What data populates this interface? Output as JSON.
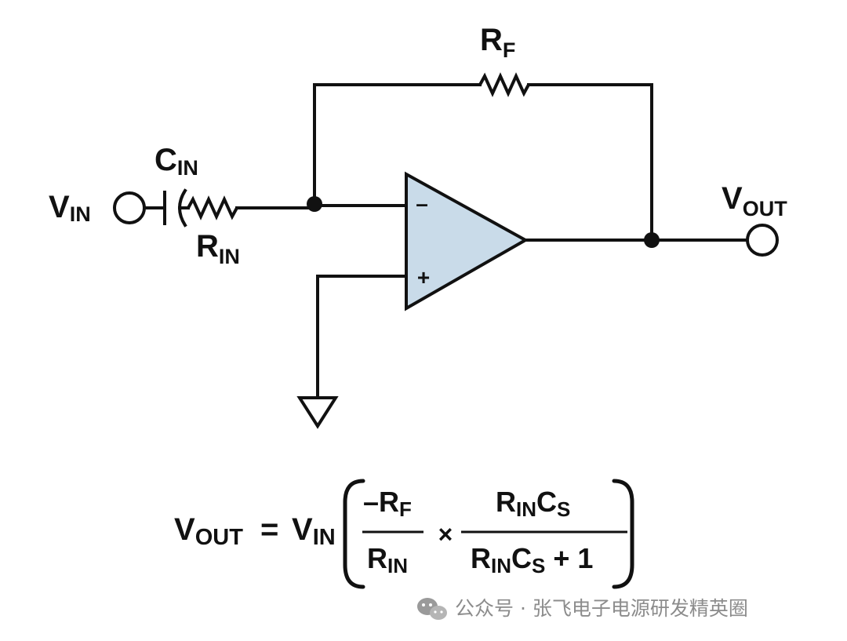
{
  "colors": {
    "ink": "#111111",
    "opamp_fill": "#c9dbe9",
    "watermark": "#8c8c8c"
  },
  "labels": {
    "vin": {
      "main": "V",
      "sub": "IN"
    },
    "vout": {
      "main": "V",
      "sub": "OUT"
    },
    "cin": {
      "main": "C",
      "sub": "IN"
    },
    "rin": {
      "main": "R",
      "sub": "IN"
    },
    "rf": {
      "main": "R",
      "sub": "F"
    },
    "opamp_minus": "–",
    "opamp_plus": "+"
  },
  "equation": {
    "lhs": {
      "main": "V",
      "sub": "OUT"
    },
    "equals": "=",
    "vin": {
      "main": "V",
      "sub": "IN"
    },
    "frac1_num": {
      "prefix": "–R",
      "sub": "F"
    },
    "frac1_den": {
      "main": "R",
      "sub": "IN"
    },
    "times": "×",
    "frac2_num": {
      "r": "R",
      "rsub": "IN",
      "c": "C",
      "csub": "S"
    },
    "frac2_den": {
      "r": "R",
      "rsub": "IN",
      "c": "C",
      "csub": "S",
      "tail": " + 1"
    }
  },
  "watermark": {
    "icon": "wechat-icon",
    "text": "公众号 · 张飞电子电源研发精英圈"
  }
}
